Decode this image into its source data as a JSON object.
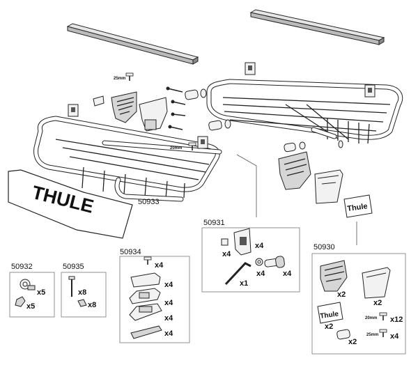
{
  "brand": {
    "logo_text": "THULE",
    "sign_text": "Thule"
  },
  "callouts": {
    "fairing": "50933",
    "mount_kit": "50931",
    "clamp_kit": "50934",
    "clamp_set": "50932",
    "bolt_set": "50935",
    "extension_kit": "50930"
  },
  "screws": {
    "short": "25mm",
    "long": "20mm"
  },
  "kit_50931": {
    "bracket_qty": "x4",
    "clip_qty": "x4",
    "washer_qty": "x4",
    "bolt_qty": "x4",
    "key_qty": "x1"
  },
  "kit_50934": {
    "screw_qty": "x4",
    "cap_qty": "x4",
    "base_qty": "x4",
    "plate_qty": "x4",
    "strap_qty": "x4"
  },
  "kit_50932": {
    "clamp_qty": "x5",
    "nut_qty": "x5"
  },
  "kit_50935": {
    "bolt_qty": "x8",
    "block_qty": "x8"
  },
  "kit_50930": {
    "end_a_qty": "x2",
    "end_b_qty": "x2",
    "sign_qty": "x2",
    "screw20_qty": "x12",
    "cap_qty": "x2",
    "screw25_qty": "x4",
    "screw20_label": "20mm",
    "screw25_label": "25mm"
  }
}
